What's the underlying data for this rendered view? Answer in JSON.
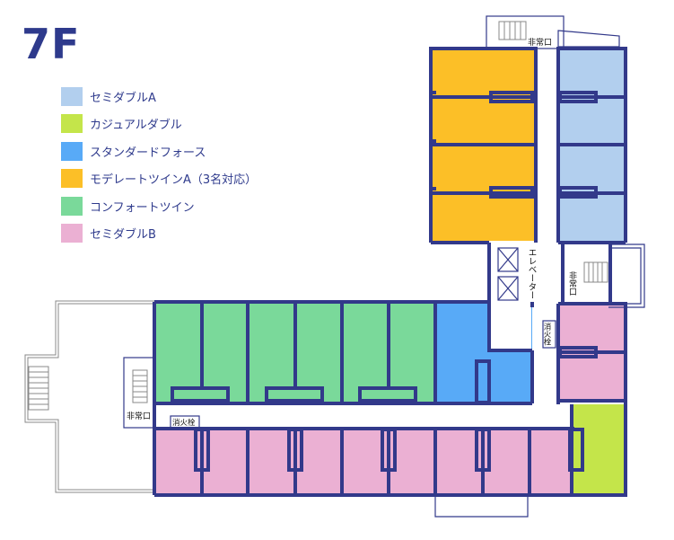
{
  "floor": "7F",
  "colors": {
    "wall": "#32398a",
    "semi_double_a": "#b2cfee",
    "casual_double": "#c4e54a",
    "standard_force": "#58aaf7",
    "moderate_twin": "#fcbf27",
    "comfort_twin": "#7ad99a",
    "semi_double_b": "#ebb0d3"
  },
  "legend": [
    {
      "label": "セミダブルA",
      "color": "#b2cfee"
    },
    {
      "label": "カジュアルダブル",
      "color": "#c4e54a"
    },
    {
      "label": "スタンダードフォース",
      "color": "#58aaf7"
    },
    {
      "label": "モデレートツインA（3名対応）",
      "color": "#fcbf27"
    },
    {
      "label": "コンフォートツイン",
      "color": "#7ad99a"
    },
    {
      "label": "セミダブルB",
      "color": "#ebb0d3"
    }
  ],
  "map_labels": {
    "emergency_exit_top": "非常口",
    "emergency_exit_right": "非常口",
    "emergency_exit_left": "非常口",
    "elevator": "エレベーター",
    "hydrant_right": "消火栓",
    "hydrant_center": "消火栓"
  }
}
